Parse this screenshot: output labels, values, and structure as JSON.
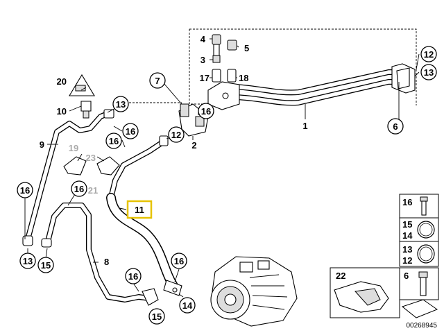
{
  "callouts": {
    "c1": "1",
    "c2": "2",
    "c3": "3",
    "c4": "4",
    "c5": "5",
    "c6": "6",
    "c7": "7",
    "c8": "8",
    "c9": "9",
    "c10": "10",
    "c11": "11",
    "c12a": "12",
    "c12b": "12",
    "c13a": "13",
    "c13b": "13",
    "c13c": "13",
    "c14": "14",
    "c15a": "15",
    "c15b": "15",
    "c16a": "16",
    "c16b": "16",
    "c16c": "16",
    "c16d": "16",
    "c16e": "16",
    "c16f": "16",
    "c17": "17",
    "c18": "18",
    "c19": "19",
    "c20": "20",
    "c21": "21",
    "c23": "23"
  },
  "legend": {
    "r16": "16",
    "r15": "15",
    "r14": "14",
    "r13": "13",
    "r12": "12",
    "r6": "6",
    "r22": "22"
  },
  "doc_number": "00268945",
  "highlight_color": "#e6c200"
}
